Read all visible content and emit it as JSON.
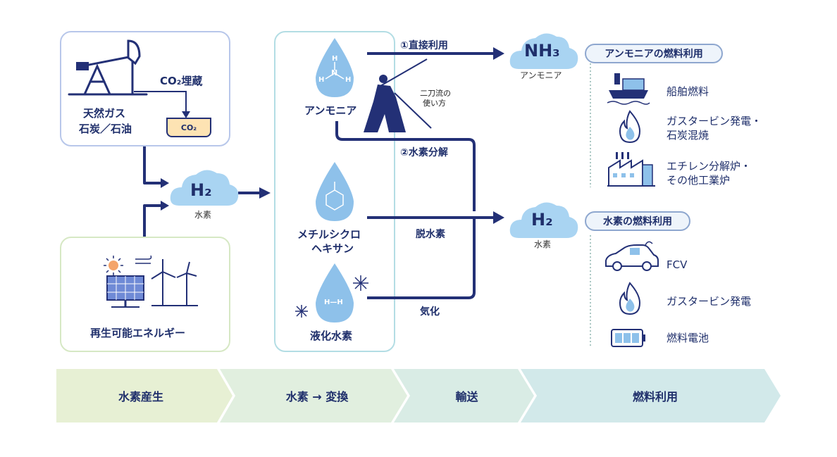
{
  "colors": {
    "navy": "#233076",
    "drop": "#8ec1ea",
    "cloud": "#a9d4f2",
    "box_border_blue": "#b8c7ea",
    "box_border_teal": "#b3dde4",
    "box_border_green": "#d6e8c4"
  },
  "production": {
    "fossil_label_1": "天然ガス",
    "fossil_label_2": "石炭／石油",
    "co2_storage_label": "CO₂埋蔵",
    "co2_tank_label": "CO₂",
    "renewable_label": "再生可能エネルギー"
  },
  "h2_source": {
    "symbol": "H₂",
    "label": "水素"
  },
  "carriers": {
    "ammonia": {
      "label": "アンモニア",
      "formula_h_top": "H",
      "formula_n": "N",
      "formula_h_left": "H",
      "formula_h_right": "H"
    },
    "mch": {
      "label_1": "メチルシクロ",
      "label_2": "ヘキサン"
    },
    "liquid_h2": {
      "label": "液化水素",
      "formula": "H—H"
    }
  },
  "samurai": {
    "caption_1": "二刀流の",
    "caption_2": "使い方"
  },
  "routes": {
    "direct_use": "①直接利用",
    "decomposition": "②水素分解",
    "dehydrogenation": "脱水素",
    "vaporization": "気化"
  },
  "nh3_dest": {
    "symbol": "NH₃",
    "label": "アンモニア"
  },
  "h2_dest": {
    "symbol": "H₂",
    "label": "水素"
  },
  "ammonia_usage": {
    "title": "アンモニアの燃料利用",
    "items": [
      {
        "icon": "ship-icon",
        "label_1": "船舶燃料",
        "label_2": ""
      },
      {
        "icon": "flame-icon",
        "label_1": "ガスタービン発電・",
        "label_2": "石炭混焼"
      },
      {
        "icon": "factory-icon",
        "label_1": "エチレン分解炉・",
        "label_2": "その他工業炉"
      }
    ]
  },
  "hydrogen_usage": {
    "title": "水素の燃料利用",
    "items": [
      {
        "icon": "car-icon",
        "label": "FCV"
      },
      {
        "icon": "flame-icon",
        "label": "ガスタービン発電"
      },
      {
        "icon": "battery-icon",
        "label": "燃料電池"
      }
    ]
  },
  "stages": [
    "水素産生",
    "水素 → 変換",
    "輸送",
    "燃料利用"
  ]
}
